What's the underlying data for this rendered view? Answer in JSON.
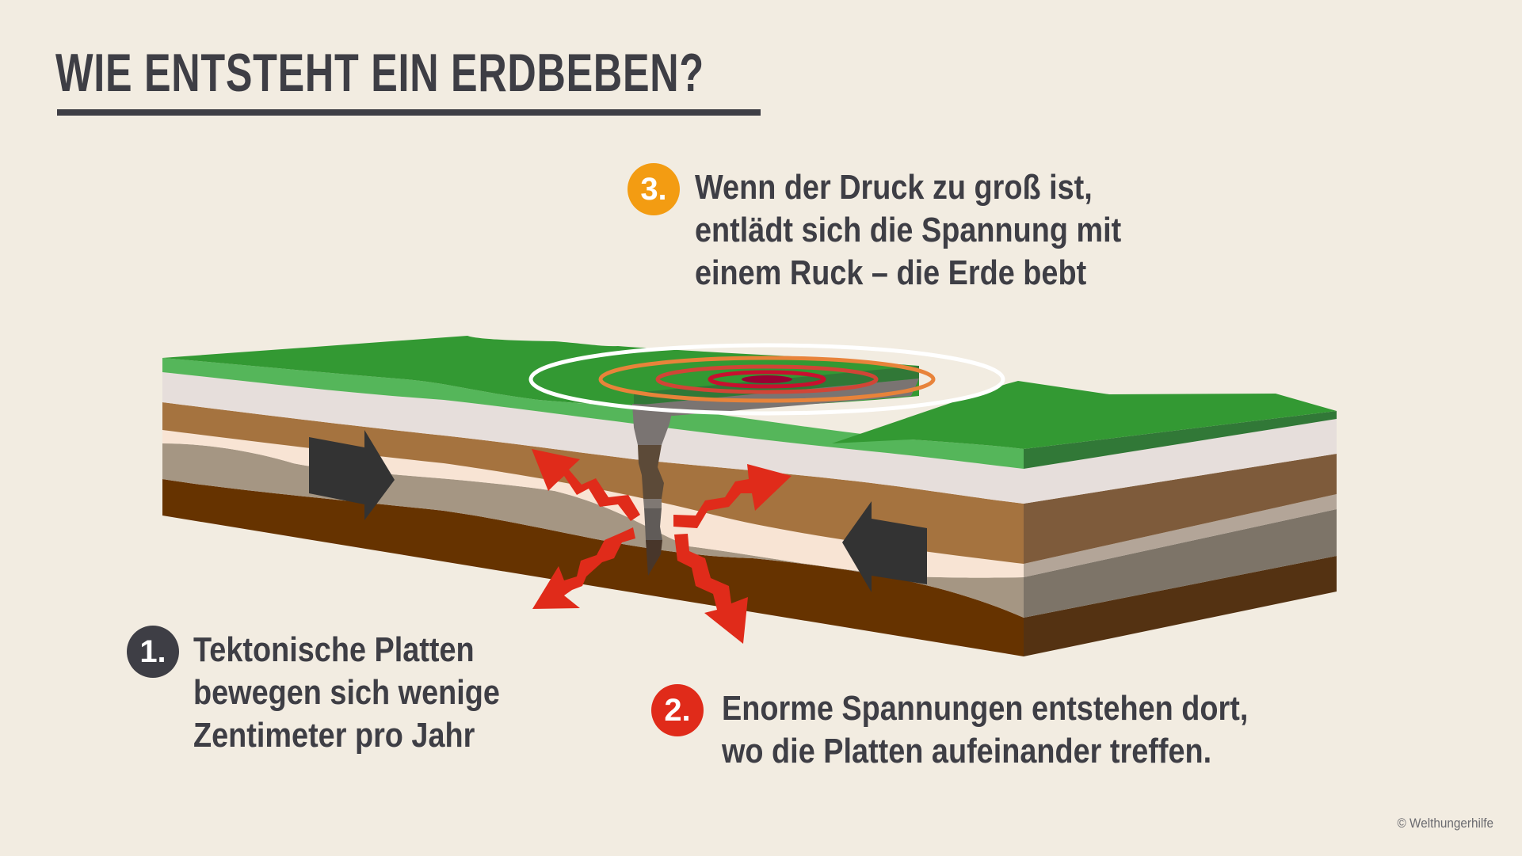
{
  "title": "WIE ENTSTEHT EIN ERDBEBEN?",
  "steps": [
    {
      "number": "1.",
      "badge_color": "#3e3e45",
      "lines": [
        "Tektonische Platten",
        "bewegen sich wenige",
        "Zentimeter pro Jahr"
      ]
    },
    {
      "number": "2.",
      "badge_color": "#e02b1a",
      "lines": [
        "Enorme Spannungen entstehen dort,",
        "wo die Platten aufeinander treffen."
      ]
    },
    {
      "number": "3.",
      "badge_color": "#f39c12",
      "lines": [
        "Wenn der Druck zu groß ist,",
        "entlädt sich die Spannung mit",
        "einem Ruck – die Erde bebt"
      ]
    }
  ],
  "credit": "© Welthungerhilfe",
  "colors": {
    "background": "#f2ece1",
    "text": "#3e3e45",
    "grass_top": "#339933",
    "grass_front": "#55b65a",
    "grass_side": "#317837",
    "layer_white": "#e6dedb",
    "layer_brown": "#a5733f",
    "layer_brown_side": "#7e5b3b",
    "layer_cream": "#f8e4d4",
    "layer_grey": "#a59683",
    "layer_grey_side": "#7d7468",
    "layer_lightgrey_side": "#b3a598",
    "layer_darkbrown": "#663300",
    "layer_darkbrown_side": "#543212",
    "plate_arrow": "#333333",
    "shock_arrow": "#e02b1a",
    "ring_white": "#ffffff",
    "ring_orange": "#e8833a",
    "ring_red": "#d14536",
    "ring_crimson": "#c8102e",
    "ring_center": "#990033"
  }
}
